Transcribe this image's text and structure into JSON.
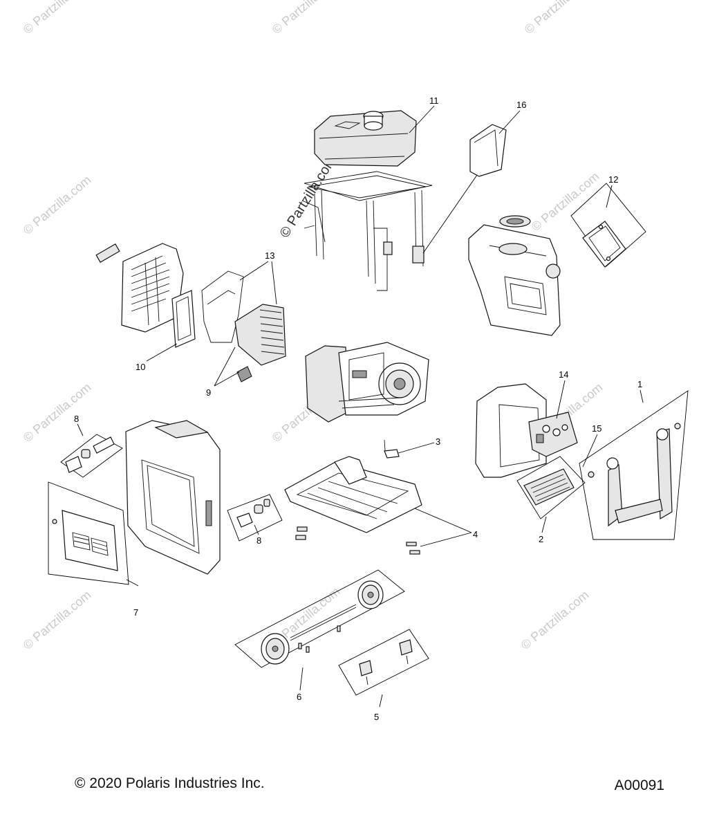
{
  "watermarks": {
    "site": "© Partzilla.com",
    "center_stamp": "© Partzilla.com"
  },
  "callouts": [
    "1",
    "2",
    "3",
    "4",
    "5",
    "6",
    "7",
    "8",
    "8",
    "9",
    "10",
    "11",
    "12",
    "13",
    "14",
    "15",
    "16"
  ],
  "footer": {
    "copyright": "© 2020 Polaris Industries Inc.",
    "diagram_id": "A00091"
  },
  "colors": {
    "line": "#111111",
    "watermark": "#c9c9c9",
    "background": "#ffffff"
  }
}
